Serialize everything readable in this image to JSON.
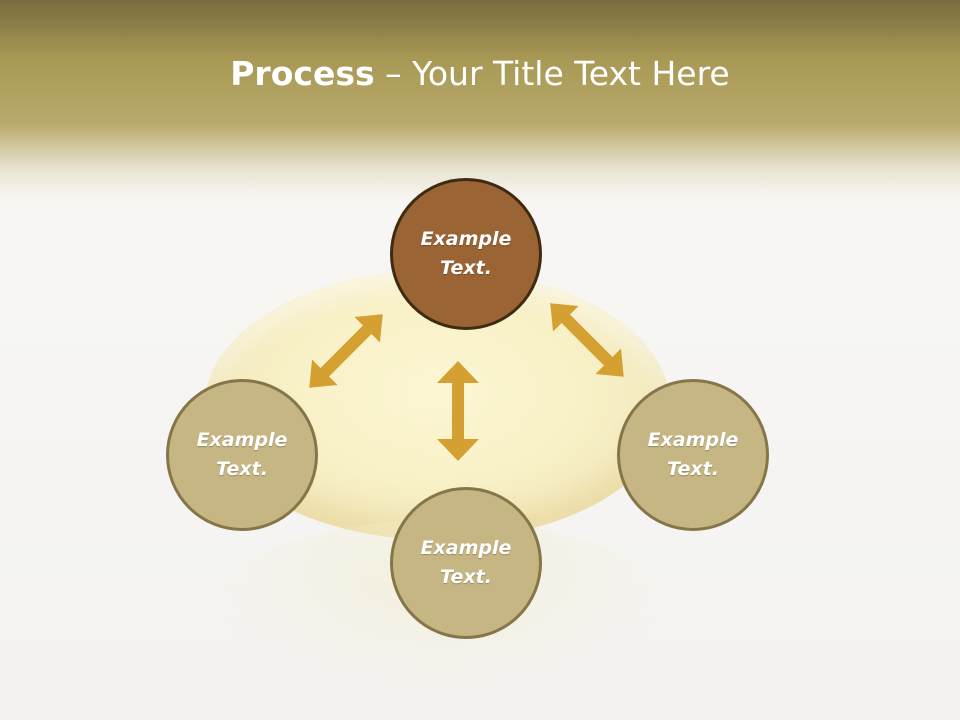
{
  "title": {
    "bold": "Process",
    "rest": " – Your Title Text Here"
  },
  "nodes": {
    "top": {
      "line1": "Example",
      "line2": "Text."
    },
    "left": {
      "line1": "Example",
      "line2": "Text."
    },
    "bottom": {
      "line1": "Example",
      "line2": "Text."
    },
    "right": {
      "line1": "Example",
      "line2": "Text."
    }
  },
  "colors": {
    "header_band": "#a89955",
    "node_fill": "#c6b683",
    "node_border": "#85764a",
    "top_node_fill": "#9a6434",
    "top_node_border": "#3f2a12",
    "arrow": "#d4a032"
  }
}
